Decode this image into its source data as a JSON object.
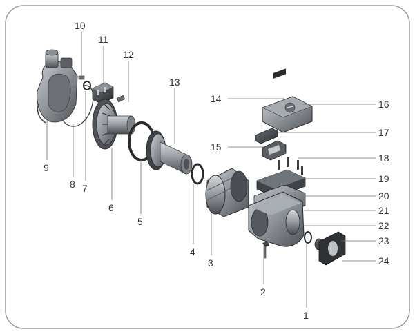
{
  "diagram": {
    "colors": {
      "frame": "#9a9a9a",
      "leader": "#6e6e6e",
      "part_light": "#b4b8bc",
      "part_mid": "#8c9196",
      "part_dark": "#55595e",
      "part_black": "#2a2c2e",
      "label": "#333333"
    },
    "labels": [
      "1",
      "2",
      "3",
      "4",
      "5",
      "6",
      "7",
      "8",
      "9",
      "10",
      "11",
      "12",
      "13",
      "14",
      "15",
      "16",
      "17",
      "18",
      "19",
      "20",
      "21",
      "22",
      "23",
      "24"
    ]
  }
}
